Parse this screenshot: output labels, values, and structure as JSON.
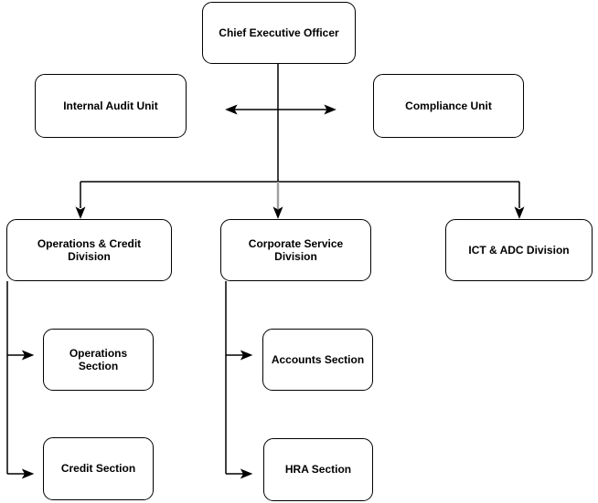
{
  "diagram": {
    "type": "org-chart",
    "colors": {
      "background": "#ffffff",
      "node_fill": "#ffffff",
      "node_border": "#000000",
      "text": "#000000",
      "connector": "#000000",
      "corporate_drop_connector": "#9e9e9e"
    },
    "nodes": {
      "ceo": {
        "label": "Chief Executive Officer"
      },
      "internal_audit": {
        "label": "Internal Audit Unit"
      },
      "compliance": {
        "label": "Compliance Unit"
      },
      "operations_credit_division": {
        "label": "Operations & Credit Division"
      },
      "corporate_service_division": {
        "label": "Corporate Service Division"
      },
      "ict_adc_division": {
        "label": "ICT & ADC Division"
      },
      "operations_section": {
        "label": "Operations Section"
      },
      "credit_section": {
        "label": "Credit Section"
      },
      "accounts_section": {
        "label": "Accounts Section"
      },
      "hra_section": {
        "label": "HRA Section"
      }
    },
    "edges": [
      {
        "from": "ceo",
        "to": "operations_credit_division",
        "style": "elbow-arrow"
      },
      {
        "from": "ceo",
        "to": "corporate_service_division",
        "style": "straight-arrow-gray-segment"
      },
      {
        "from": "ceo",
        "to": "ict_adc_division",
        "style": "elbow-arrow"
      },
      {
        "from": "internal_audit",
        "to": "compliance",
        "style": "double-headed-arrow"
      },
      {
        "from": "operations_credit_division",
        "to": "operations_section",
        "style": "elbow-arrow"
      },
      {
        "from": "operations_credit_division",
        "to": "credit_section",
        "style": "elbow-arrow"
      },
      {
        "from": "corporate_service_division",
        "to": "accounts_section",
        "style": "elbow-arrow"
      },
      {
        "from": "corporate_service_division",
        "to": "hra_section",
        "style": "elbow-arrow"
      }
    ]
  }
}
